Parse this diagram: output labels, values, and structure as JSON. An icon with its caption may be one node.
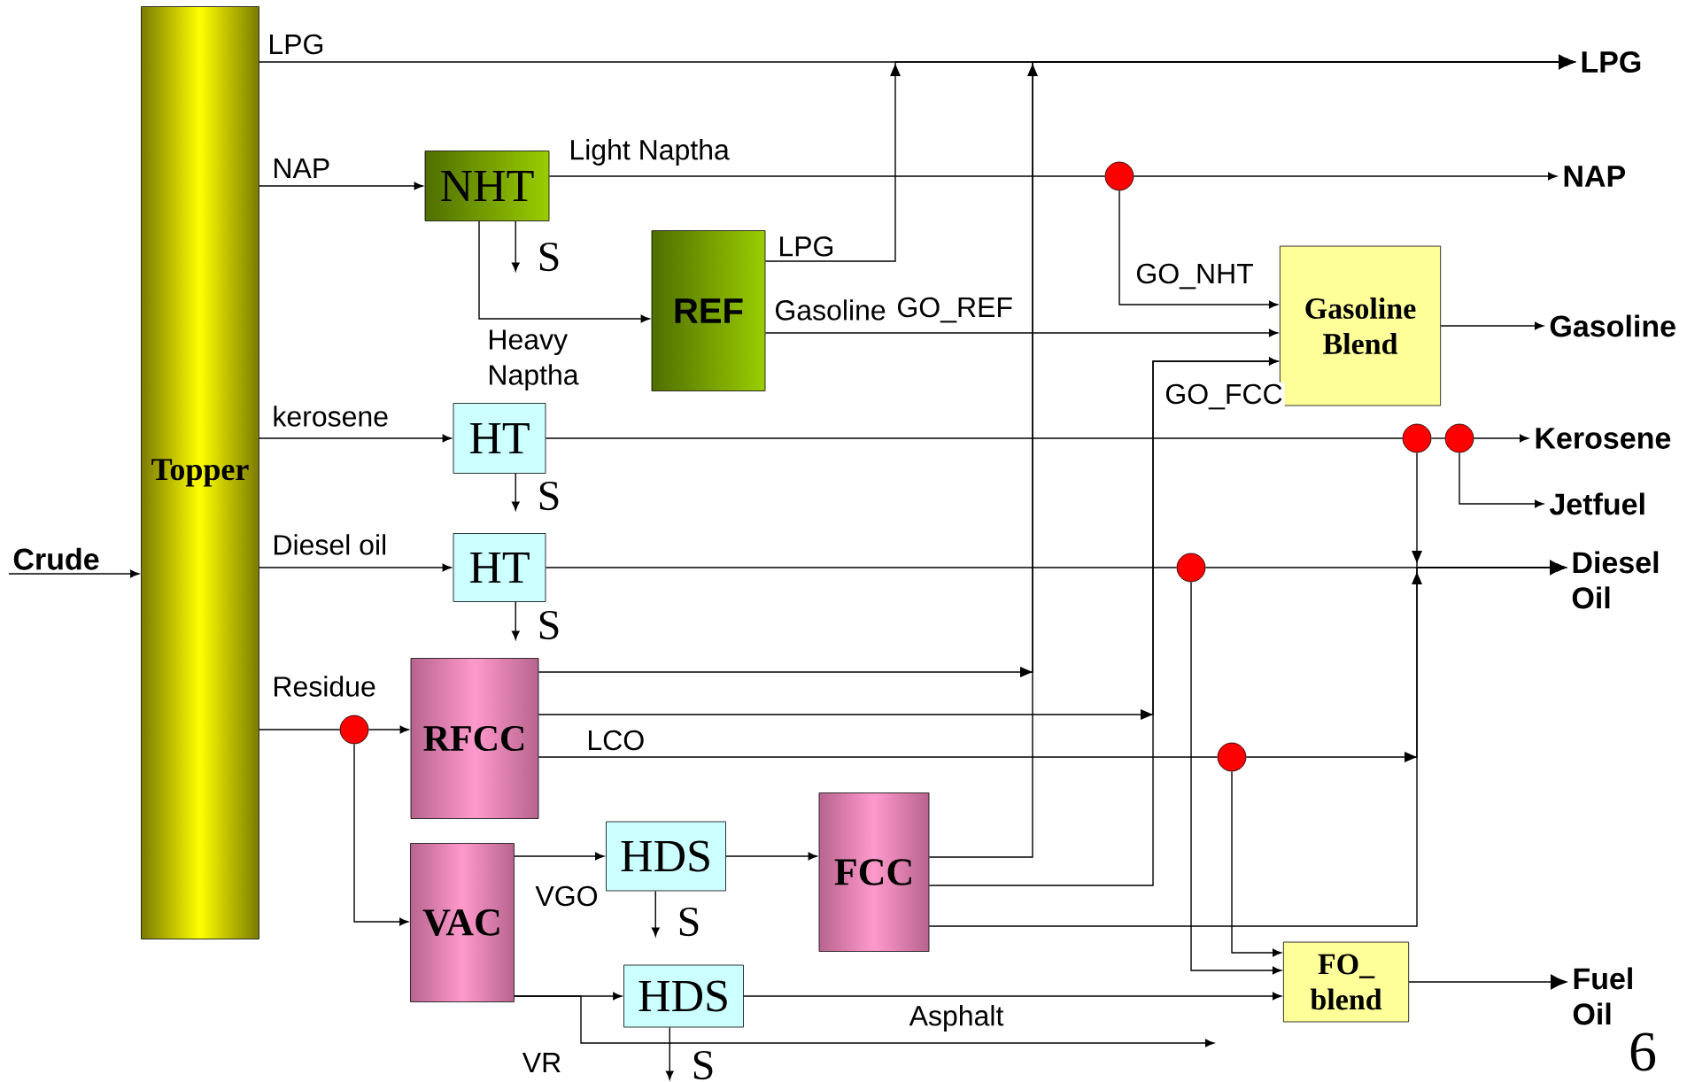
{
  "diagram": {
    "nodes": [
      {
        "text": [
          "Topper"
        ]
      },
      {
        "text": [
          "Crude"
        ]
      },
      {
        "text": [
          "NHT"
        ]
      },
      {
        "text": [
          "REF"
        ]
      },
      {
        "text": [
          "HT"
        ]
      },
      {
        "text": [
          "HT"
        ]
      },
      {
        "text": [
          "RFCC"
        ]
      },
      {
        "text": [
          "VAC"
        ]
      },
      {
        "text": [
          "HDS"
        ]
      },
      {
        "text": [
          "FCC"
        ]
      },
      {
        "text": [
          "HDS"
        ]
      },
      {
        "text": [
          "Gasoline Blend"
        ]
      },
      {
        "text": [
          "FO_ blend"
        ]
      },
      {
        "text": [],
        "shape": "circle"
      },
      {
        "text": [],
        "shape": "circle"
      },
      {
        "text": [],
        "shape": "circle"
      },
      {
        "text": [],
        "shape": "circle"
      },
      {
        "text": [],
        "shape": "circle"
      },
      {
        "text": [],
        "shape": "circle"
      },
      {
        "text": [
          "LPG"
        ]
      },
      {
        "text": [
          "NAP"
        ]
      },
      {
        "text": [
          "Gasoline"
        ]
      },
      {
        "text": [
          "Kerosene"
        ]
      },
      {
        "text": [
          "Jetfuel"
        ]
      },
      {
        "text": [
          "Diesel Oil"
        ]
      },
      {
        "text": [
          "Fuel Oil"
        ]
      },
      {
        "text": [
          "S"
        ]
      },
      {
        "text": [
          "S"
        ]
      },
      {
        "text": [
          "S"
        ]
      },
      {
        "text": [
          "S"
        ]
      },
      {
        "text": [
          "S"
        ]
      }
    ],
    "edges": [
      {
        "from": 1,
        "to": 0,
        "arrow": "to"
      },
      {
        "from": 0,
        "to": 19,
        "arrow": "to",
        "label": "LPG"
      },
      {
        "from": 0,
        "to": 2,
        "arrow": "to",
        "label": "NAP"
      },
      {
        "from": 2,
        "to": 13,
        "arrow": "none",
        "label": "Light Naptha"
      },
      {
        "from": 13,
        "to": 20,
        "arrow": "to"
      },
      {
        "from": 13,
        "to": 11,
        "arrow": "to",
        "label": "GO_NHT"
      },
      {
        "from": 2,
        "to": 26,
        "arrow": "to"
      },
      {
        "from": 2,
        "to": 3,
        "arrow": "to",
        "label": "Heavy Naptha"
      },
      {
        "from": 3,
        "to": 19,
        "arrow": "to",
        "label": "LPG"
      },
      {
        "from": 3,
        "to": 11,
        "arrow": "to",
        "label": "Gasoline"
      },
      {
        "from": 0,
        "to": 4,
        "arrow": "to",
        "label": "kerosene"
      },
      {
        "from": 4,
        "to": 14,
        "arrow": "none"
      },
      {
        "from": 14,
        "to": 15,
        "arrow": "none"
      },
      {
        "from": 15,
        "to": 22,
        "arrow": "to"
      },
      {
        "from": 15,
        "to": 23,
        "arrow": "to"
      },
      {
        "from": 14,
        "to": 24,
        "arrow": "to"
      },
      {
        "from": 0,
        "to": 5,
        "arrow": "to",
        "label": "Diesel oil"
      },
      {
        "from": 5,
        "to": 16,
        "arrow": "none"
      },
      {
        "from": 16,
        "to": 24,
        "arrow": "to"
      },
      {
        "from": 4,
        "to": 27,
        "arrow": "to"
      },
      {
        "from": 5,
        "to": 28,
        "arrow": "to"
      },
      {
        "from": 0,
        "to": 18,
        "arrow": "none",
        "label": "Residue"
      },
      {
        "from": 18,
        "to": 6,
        "arrow": "to"
      },
      {
        "from": 18,
        "to": 7,
        "arrow": "to"
      },
      {
        "from": 6,
        "to": 19,
        "arrow": "to"
      },
      {
        "from": 6,
        "to": 11,
        "arrow": "to"
      },
      {
        "from": 6,
        "to": 17,
        "arrow": "none",
        "label": "LCO"
      },
      {
        "from": 17,
        "to": 24,
        "arrow": "to"
      },
      {
        "from": 17,
        "to": 12,
        "arrow": "to"
      },
      {
        "from": 7,
        "to": 8,
        "arrow": "to",
        "label": "VGO"
      },
      {
        "from": 8,
        "to": 9,
        "arrow": "to"
      },
      {
        "from": 8,
        "to": 29,
        "arrow": "to"
      },
      {
        "from": 9,
        "to": 19,
        "arrow": "to"
      },
      {
        "from": 9,
        "to": 11,
        "arrow": "to",
        "label": "GO_FCC"
      },
      {
        "from": 9,
        "to": 24,
        "arrow": "to"
      },
      {
        "from": 7,
        "to": 10,
        "arrow": "to"
      },
      {
        "from": 7,
        "to": null,
        "arrow": "to",
        "label": "Asphalt"
      },
      {
        "from": 10,
        "to": 30,
        "arrow": "to"
      },
      {
        "from": 10,
        "to": 12,
        "arrow": "to"
      },
      {
        "from": 16,
        "to": 12,
        "arrow": "to"
      },
      {
        "from": 12,
        "to": 25,
        "arrow": "to"
      },
      {
        "from": 11,
        "to": 21,
        "arrow": "to"
      }
    ],
    "labels": [
      "GO_REF",
      "VR",
      "6"
    ]
  }
}
